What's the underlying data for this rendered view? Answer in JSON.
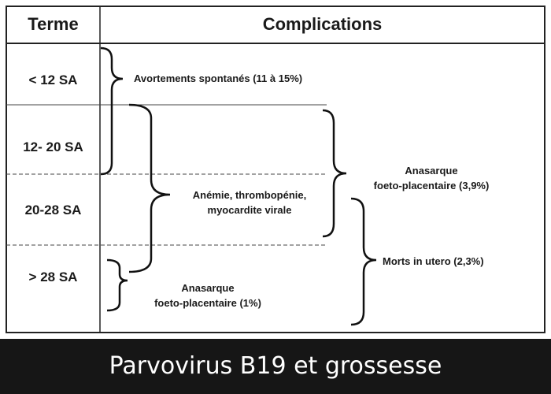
{
  "table": {
    "header_term": "Terme",
    "header_complications": "Complications",
    "terms": [
      "< 12 SA",
      "12- 20 SA",
      "20-28 SA",
      "> 28 SA"
    ]
  },
  "complications": {
    "avortements": "Avortements spontanés (11 à 15%)",
    "anemie": [
      "Anémie, thrombopénie,",
      "myocardite virale"
    ],
    "anasarque_1": [
      "Anasarque",
      "foeto-placentaire (1%)"
    ],
    "anasarque_39": [
      "Anasarque",
      "foeto-placentaire (3,9%)"
    ],
    "morts": "Morts in utero (2,3%)"
  },
  "footer": {
    "title": "Parvovirus B19 et grossesse"
  }
}
